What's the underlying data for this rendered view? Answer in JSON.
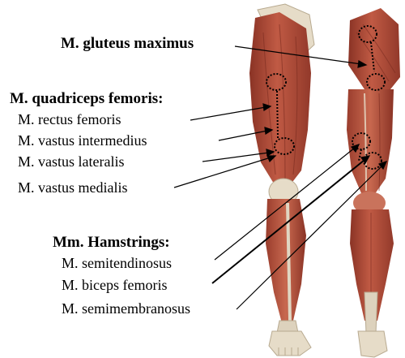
{
  "labels": {
    "gluteus": "M. gluteus maximus",
    "quadriceps_title": "M. quadriceps femoris:",
    "rectus": "M. rectus femoris",
    "intermedius": "M. vastus intermedius",
    "lateralis": "M. vastus lateralis",
    "medialis": "M. vastus medialis",
    "hamstrings_title": "Mm. Hamstrings:",
    "semitendinosus": "M. semitendinosus",
    "biceps": "M. biceps femoris",
    "semimembranosus": "M. semimembranosus"
  },
  "colors": {
    "muscle": "#b8503c",
    "muscle_dark": "#8a3325",
    "tendon": "#ddd2bd",
    "skin_bg": "#f2ece0",
    "marker": "#000000"
  }
}
